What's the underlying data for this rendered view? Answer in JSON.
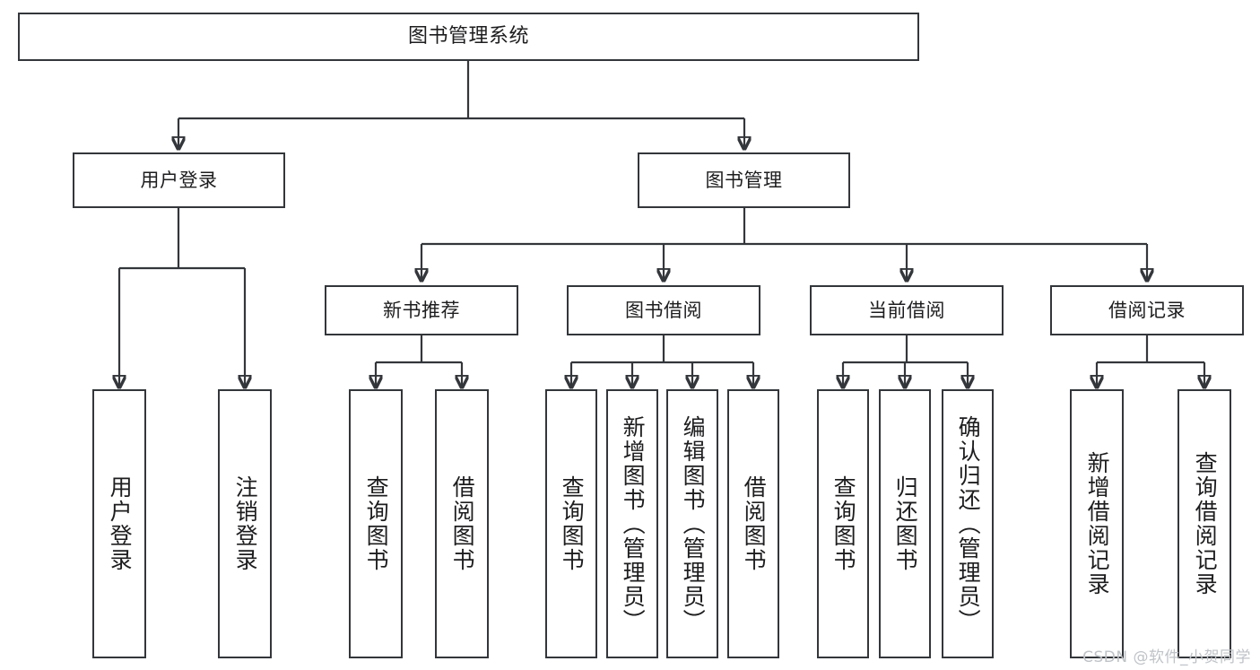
{
  "diagram": {
    "title": "图书管理系统",
    "type": "tree-hierarchy",
    "watermark": "CSDN @软件_小贺同学",
    "colors": {
      "stroke": "#33363a",
      "background": "#ffffff",
      "text": "#1d1d1f",
      "watermark": "#bfc3c7"
    },
    "root": {
      "label": "图书管理系统"
    },
    "level1": [
      {
        "label": "用户登录"
      },
      {
        "label": "图书管理"
      }
    ],
    "level2": [
      {
        "label": "新书推荐"
      },
      {
        "label": "图书借阅"
      },
      {
        "label": "当前借阅"
      },
      {
        "label": "借阅记录"
      }
    ],
    "leaves": {
      "user_login": [
        {
          "label": "用户登录"
        },
        {
          "label": "注销登录"
        }
      ],
      "new_book_recommend": [
        {
          "label": "查询图书"
        },
        {
          "label": "借阅图书"
        }
      ],
      "book_borrow": [
        {
          "label": "查询图书"
        },
        {
          "label": "新增图书（管理员）"
        },
        {
          "label": "编辑图书（管理员）"
        },
        {
          "label": "借阅图书"
        }
      ],
      "current_borrow": [
        {
          "label": "查询图书"
        },
        {
          "label": "归还图书"
        },
        {
          "label": "确认归还（管理员）"
        }
      ],
      "borrow_record": [
        {
          "label": "新增借阅记录"
        },
        {
          "label": "查询借阅记录"
        }
      ]
    }
  }
}
